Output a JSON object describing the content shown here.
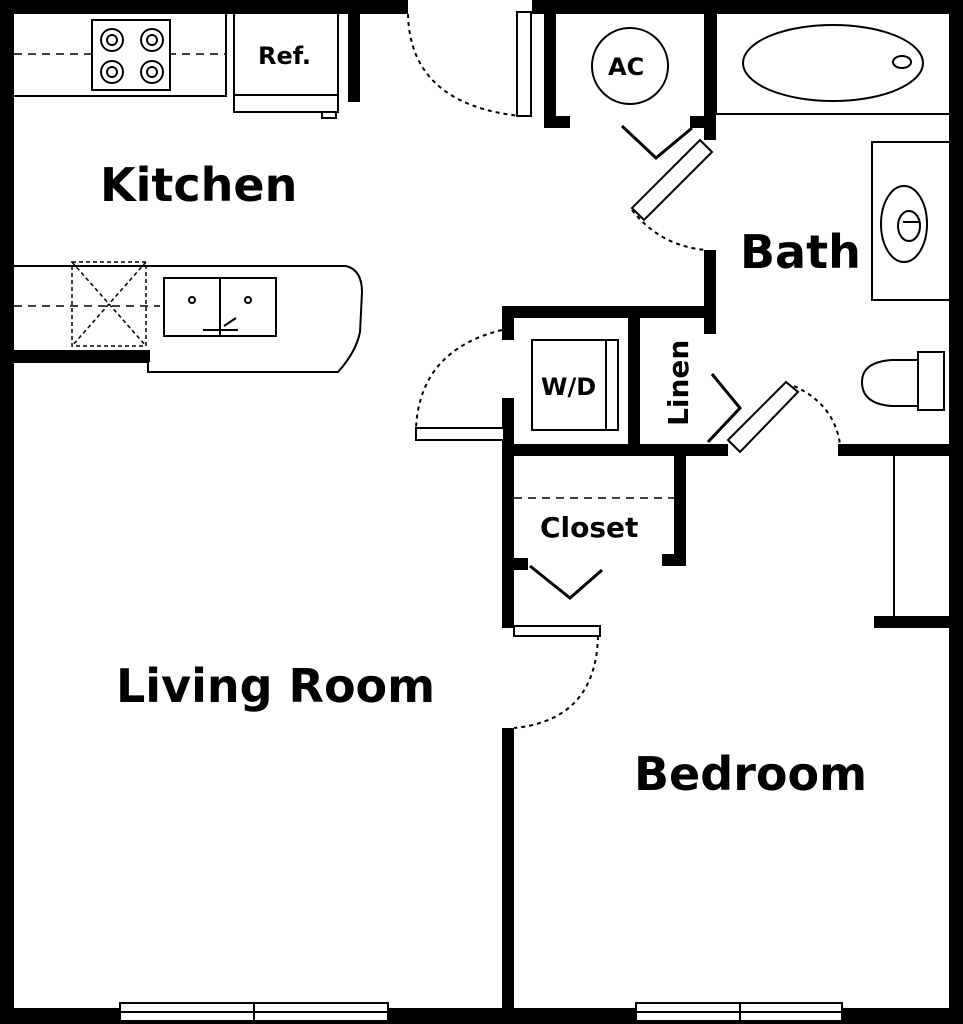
{
  "rooms": {
    "kitchen": "Kitchen",
    "bath": "Bath",
    "living_room": "Living Room",
    "bedroom": "Bedroom",
    "closet": "Closet",
    "linen": "Linen"
  },
  "fixtures": {
    "refrigerator": "Ref.",
    "ac": "AC",
    "washer_dryer": "W/D"
  },
  "colors": {
    "wall": "#000000",
    "background": "#ffffff"
  }
}
